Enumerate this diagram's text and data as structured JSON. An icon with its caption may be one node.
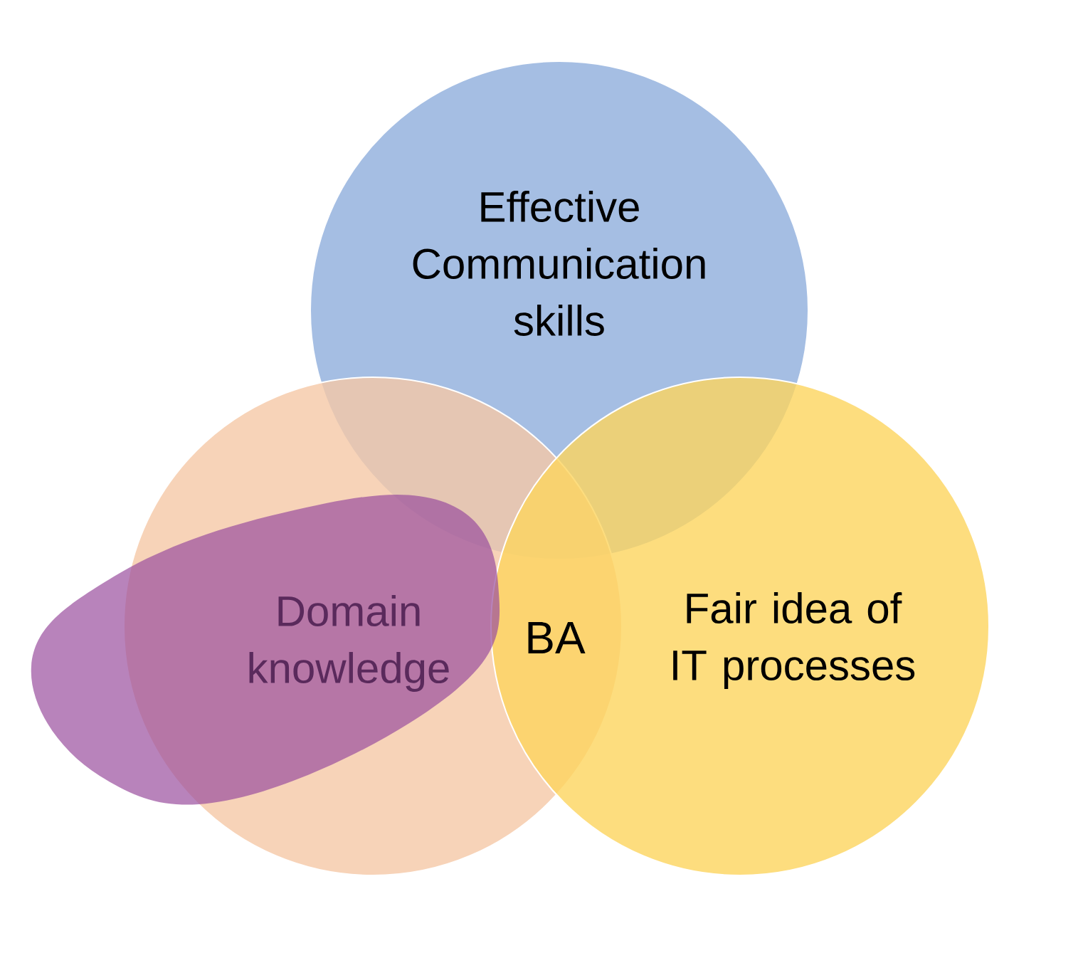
{
  "diagram": {
    "nodes": [
      {
        "text": [
          "Effective Communication skills"
        ]
      },
      {
        "text": [],
        "shape": "circle"
      },
      {
        "text": [
          "Fair idea of IT processes"
        ]
      },
      {
        "text": [
          "Domain knowledge"
        ]
      }
    ],
    "labels": [
      "BA"
    ]
  }
}
